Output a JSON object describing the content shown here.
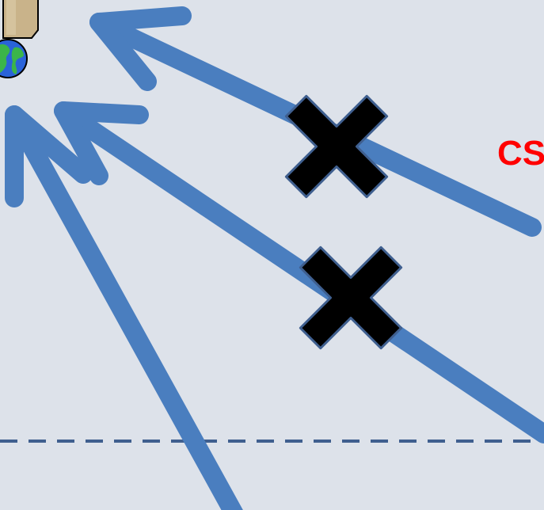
{
  "diagram": {
    "label_text": "CS",
    "colors": {
      "background": "#dde2ea",
      "arrow": "#4a7ebf",
      "blocked_marker": "#000000",
      "blocked_marker_outline": "#3f5f8f",
      "label": "#ff0000",
      "dashed_line": "#3f5f8f",
      "globe_ocean": "#2a63d9",
      "globe_land": "#3bb54a",
      "server_body": "#c9b38a"
    },
    "icons": [
      "server-icon",
      "globe-icon",
      "blocked-x-icon"
    ],
    "arrows": [
      {
        "name": "top-arrow",
        "blocked": true
      },
      {
        "name": "middle-arrow",
        "blocked": true
      },
      {
        "name": "bottom-arrow",
        "blocked": false
      }
    ]
  }
}
